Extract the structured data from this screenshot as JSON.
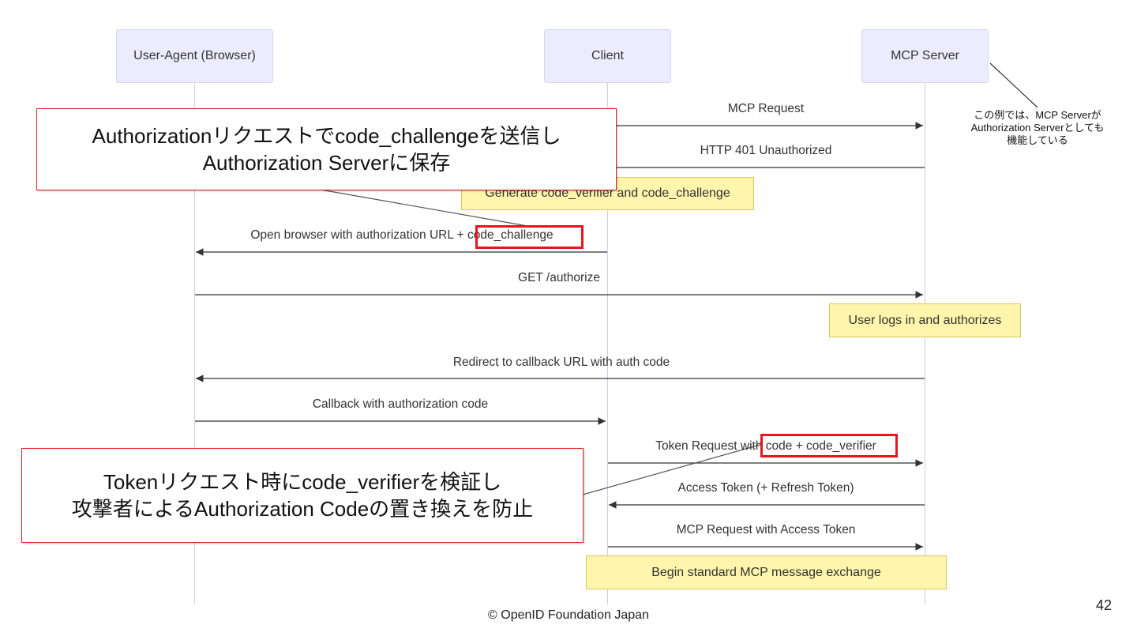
{
  "participants": {
    "browser": "User-Agent (Browser)",
    "client": "Client",
    "server": "MCP Server"
  },
  "messages": [
    {
      "label": "MCP Request",
      "from": "client",
      "to": "server"
    },
    {
      "label": "HTTP 401 Unauthorized",
      "from": "server",
      "to": "client"
    },
    {
      "label": "Open browser with authorization URL + code_challenge",
      "from": "client",
      "to": "browser"
    },
    {
      "label": "GET /authorize",
      "from": "browser",
      "to": "server"
    },
    {
      "label": "Redirect to callback URL with auth code",
      "from": "server",
      "to": "browser"
    },
    {
      "label": "Callback with authorization code",
      "from": "browser",
      "to": "client"
    },
    {
      "label": "Token Request with code + code_verifier",
      "from": "client",
      "to": "server"
    },
    {
      "label": "Access Token (+ Refresh Token)",
      "from": "server",
      "to": "client"
    },
    {
      "label": "MCP Request with Access Token",
      "from": "client",
      "to": "server"
    }
  ],
  "notes": {
    "generate": "Generate code_verifier and code_challenge",
    "login": "User logs in and authorizes",
    "begin": "Begin standard MCP message exchange"
  },
  "callouts": {
    "challenge": {
      "line1": "Authorizationリクエストでcode_challengeを送信し",
      "line2": "Authorization Serverに保存"
    },
    "verifier": {
      "line1": "Tokenリクエスト時にcode_verifierを検証し",
      "line2": "攻撃者によるAuthorization Codeの置き換えを防止"
    }
  },
  "side_note": {
    "line1": "この例では、MCP Serverが",
    "line2": "Authorization Serverとしても",
    "line3": "機能している"
  },
  "footer": "© OpenID Foundation Japan",
  "page_number": "42",
  "colors": {
    "participant_fill": "#ececfe",
    "note_fill": "#fff5ad",
    "highlight_red": "#e8151c",
    "lifeline": "#d9c7e8"
  }
}
